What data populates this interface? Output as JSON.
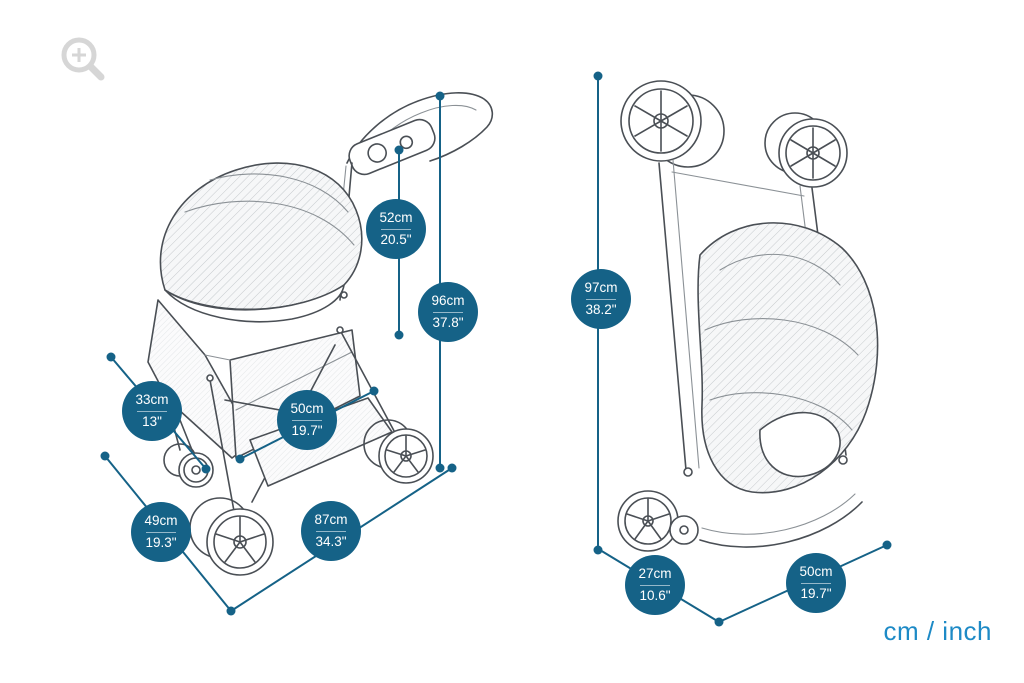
{
  "page": {
    "footer_unit_label": "cm / inch"
  },
  "icons": {
    "zoom": "zoom-icon"
  },
  "dimensions": {
    "open": [
      {
        "id": "handle-width",
        "cm": "52cm",
        "inch": "20.5\""
      },
      {
        "id": "handle-height",
        "cm": "96cm",
        "inch": "37.8\""
      },
      {
        "id": "cabin-depth",
        "cm": "33cm",
        "inch": "13\""
      },
      {
        "id": "cabin-width",
        "cm": "50cm",
        "inch": "19.7\""
      },
      {
        "id": "base-width",
        "cm": "49cm",
        "inch": "19.3\""
      },
      {
        "id": "base-length",
        "cm": "87cm",
        "inch": "34.3\""
      }
    ],
    "folded": [
      {
        "id": "folded-height",
        "cm": "97cm",
        "inch": "38.2\""
      },
      {
        "id": "folded-depth",
        "cm": "27cm",
        "inch": "10.6\""
      },
      {
        "id": "folded-length",
        "cm": "50cm",
        "inch": "19.7\""
      }
    ]
  }
}
